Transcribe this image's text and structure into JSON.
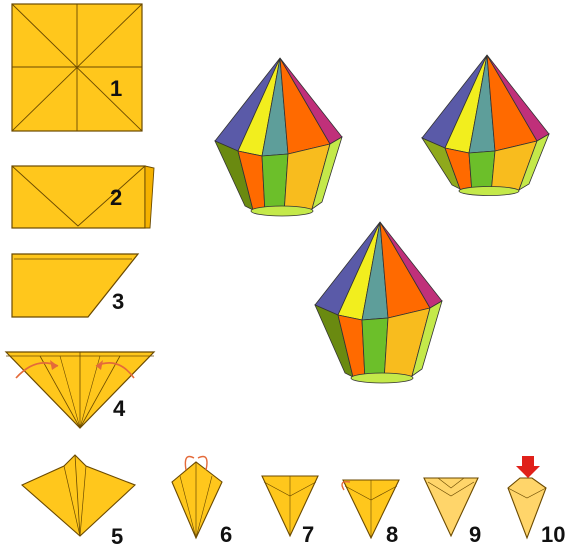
{
  "colors": {
    "paper": "#FFC71C",
    "paper_shade": "#F5B200",
    "paper_light": "#FFD56A",
    "outline": "#6B4A00",
    "arrow": "#E46A3A",
    "red_arrow": "#E0201A",
    "lantern": {
      "purple": "#5A5AA8",
      "yellow": "#F2EE1E",
      "teal": "#5E9E9A",
      "orange": "#FF6A00",
      "magenta": "#C0307A",
      "green": "#6CBF2A",
      "gold": "#F8BC1E",
      "lime": "#C4E94A",
      "olive": "#8FA91C",
      "dark_olive": "#6A8A10"
    }
  },
  "steps": [
    {
      "label": "1",
      "shape": "square-folded-diagonals"
    },
    {
      "label": "2",
      "shape": "rectangle-folded"
    },
    {
      "label": "3",
      "shape": "trapezoid"
    },
    {
      "label": "4",
      "shape": "triangle-with-fold-arrows"
    },
    {
      "label": "5",
      "shape": "kite"
    },
    {
      "label": "6",
      "shape": "inverted-kite-with-arrows"
    },
    {
      "label": "7",
      "shape": "small-inverted-triangle"
    },
    {
      "label": "8",
      "shape": "small-inverted-triangle-with-arrow"
    },
    {
      "label": "9",
      "shape": "small-inverted-triangle-pale"
    },
    {
      "label": "10",
      "shape": "small-inverted-triangle-with-push-arrow"
    }
  ],
  "lanterns": [
    {
      "name": "lantern-top-left"
    },
    {
      "name": "lantern-top-right"
    },
    {
      "name": "lantern-center"
    }
  ]
}
